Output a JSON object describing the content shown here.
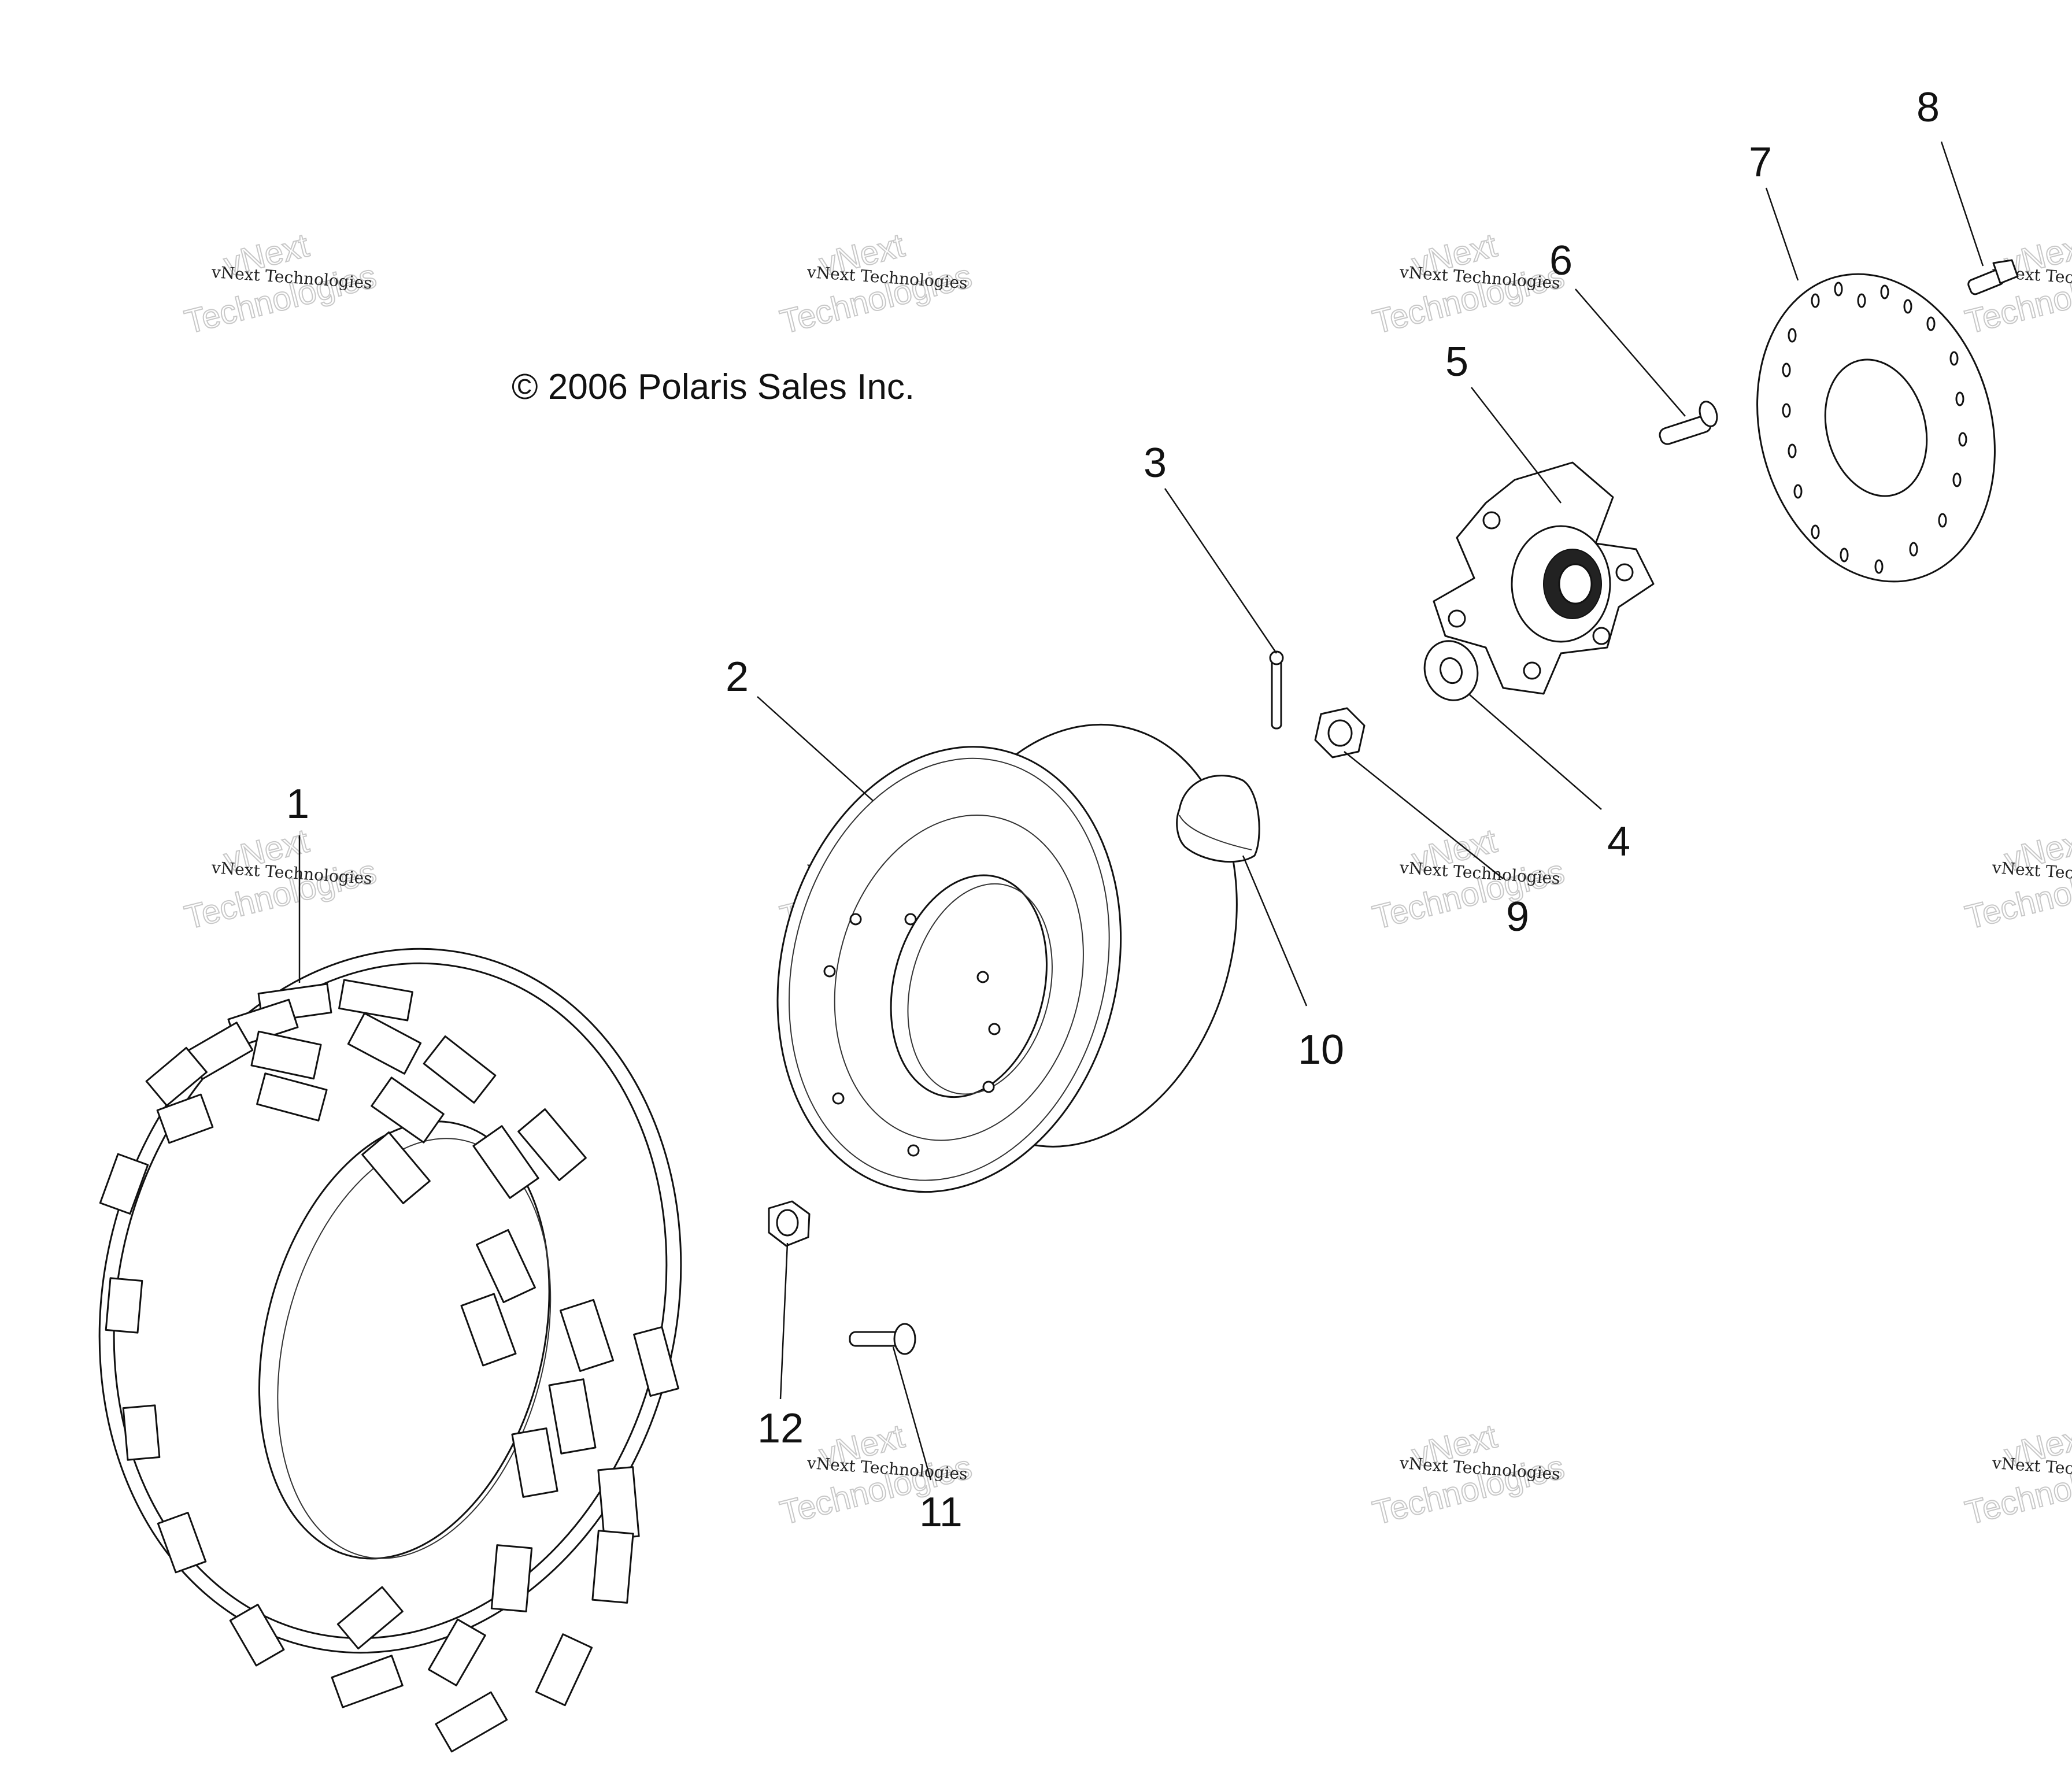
{
  "copyright": "© 2006 Polaris Sales Inc.",
  "watermark": {
    "line_small": "vNext Technologies",
    "line_big_1": "vNext",
    "line_big_2": "Technologies"
  },
  "callouts": [
    "1",
    "2",
    "3",
    "4",
    "5",
    "6",
    "7",
    "8",
    "9",
    "10",
    "11",
    "12"
  ],
  "colors": {
    "line": "#111111",
    "background": "#ffffff",
    "watermark": "#c8c8c8"
  }
}
